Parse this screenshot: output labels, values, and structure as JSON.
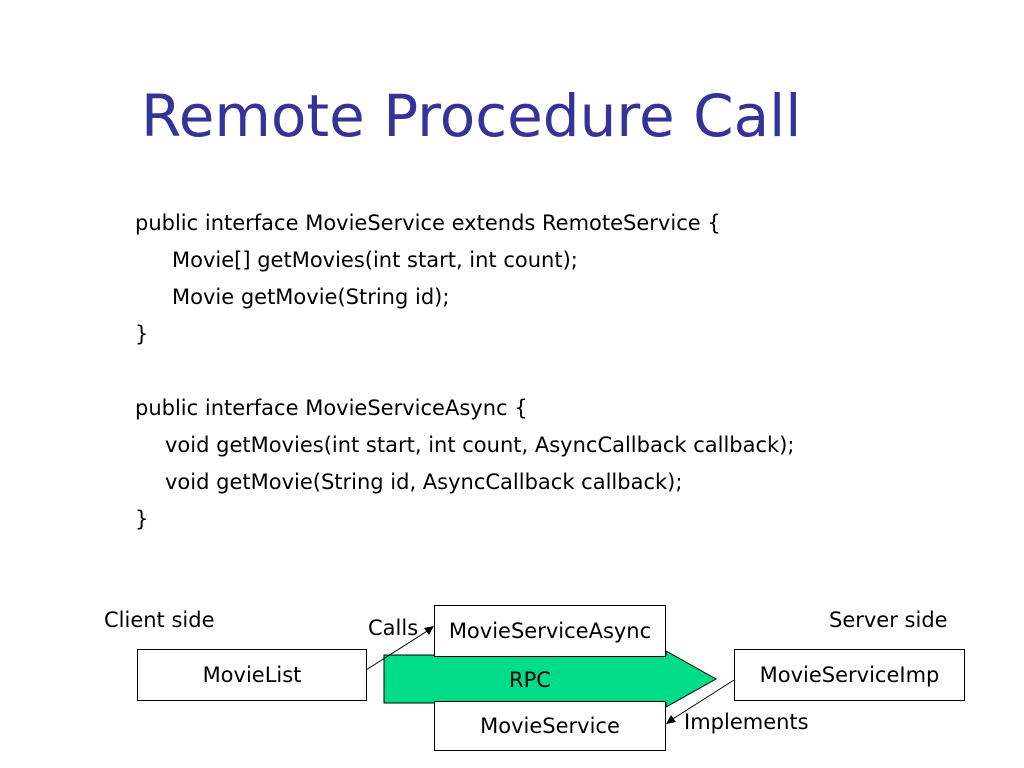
{
  "slide": {
    "title": "Remote Procedure Call",
    "code_lines": [
      "public interface MovieService extends RemoteService {",
      "Movie[] getMovies(int start, int count);",
      "Movie getMovie(String id);",
      "}",
      "public interface MovieServiceAsync {",
      "void getMovies(int start, int count, AsyncCallback callback);",
      "void getMovie(String id, AsyncCallback callback);",
      "}"
    ]
  },
  "diagram": {
    "client_label": "Client side",
    "server_label": "Server side",
    "calls_label": "Calls",
    "implements_label": "Implements",
    "rpc_label": "RPC",
    "boxes": {
      "movie_list": "MovieList",
      "movie_service_async": "MovieServiceAsync",
      "movie_service": "MovieService",
      "movie_service_imp": "MovieServiceImp"
    },
    "rpc_arrow_color": "#00DD88"
  }
}
